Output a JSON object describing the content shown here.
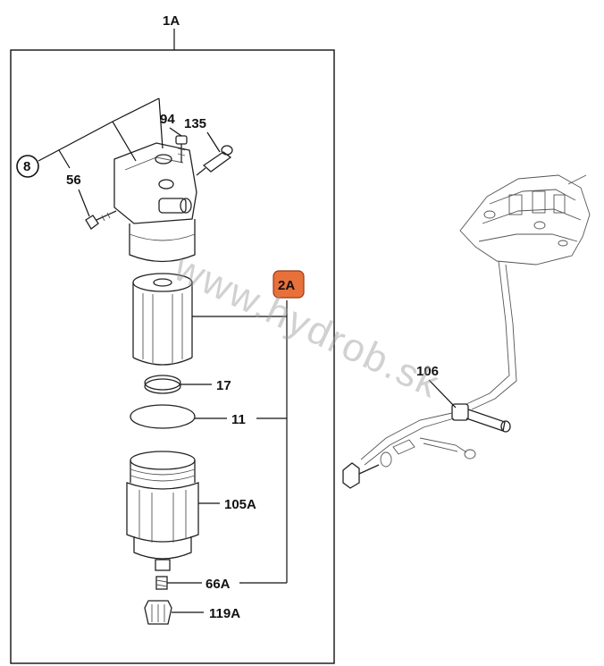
{
  "assembly_label": "1A",
  "watermark": "www.hydrob.sk",
  "highlight_color": "#e8703a",
  "callouts": {
    "c8": "8",
    "c94": "94",
    "c135": "135",
    "c56": "56",
    "c2A": "2A",
    "c17": "17",
    "c11": "11",
    "c105A": "105A",
    "c66A": "66A",
    "c119A": "119A",
    "c106": "106"
  }
}
